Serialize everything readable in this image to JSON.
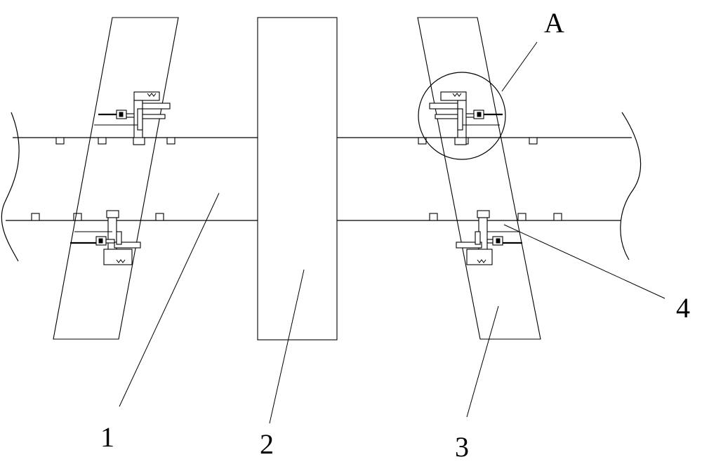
{
  "labels": {
    "part_1": "1",
    "part_2": "2",
    "part_3": "3",
    "part_4": "4",
    "detail_a": "A"
  },
  "colors": {
    "line": "#000000",
    "background": "#ffffff"
  }
}
